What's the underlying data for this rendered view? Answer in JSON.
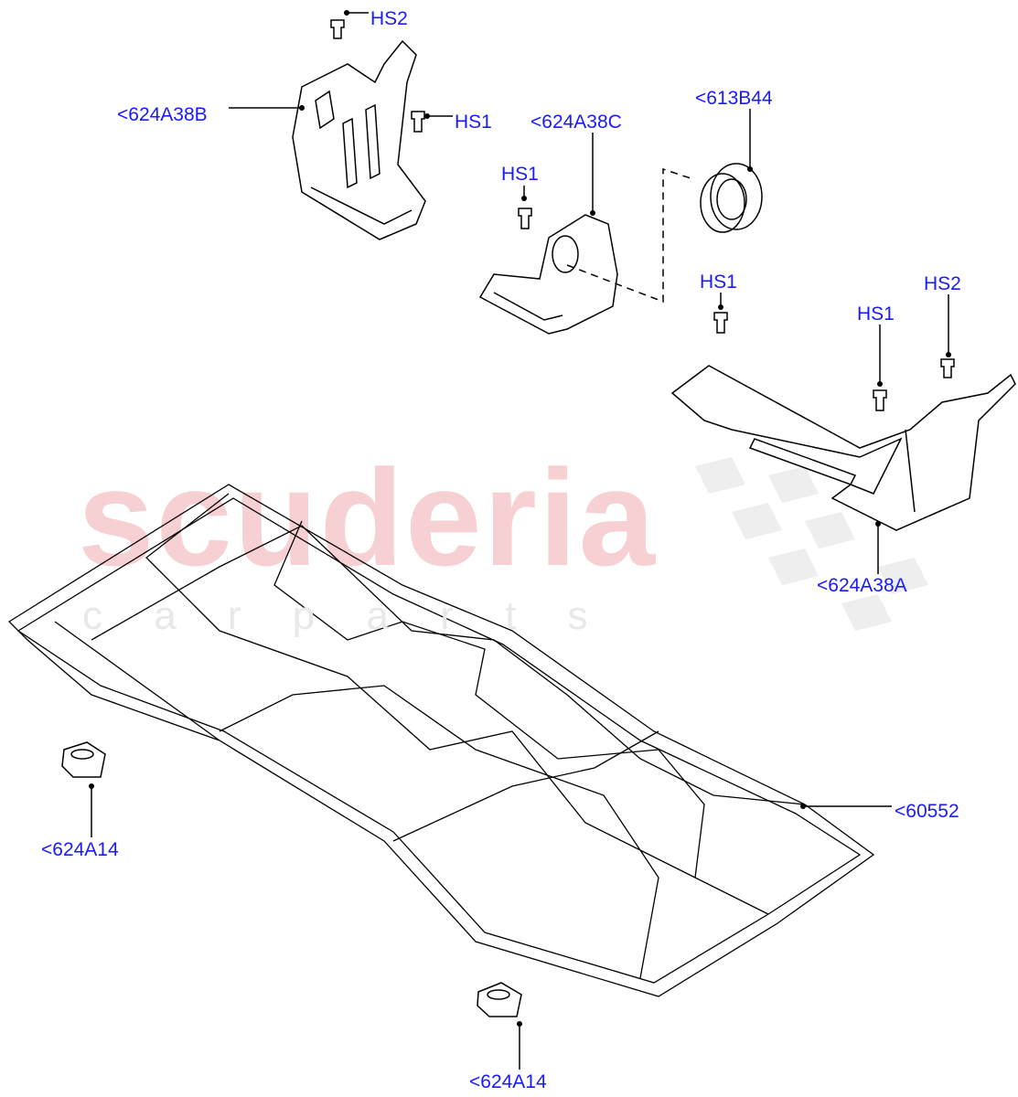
{
  "watermark": {
    "main": "scuderia",
    "sub": "c a r p a r t s"
  },
  "colors": {
    "label": "#1a1aff",
    "line": "#000000",
    "watermark": "#f6d0d2"
  },
  "labels": [
    {
      "id": "hs2-top",
      "text": "HS2"
    },
    {
      "id": "624a38b",
      "text": "<624A38B"
    },
    {
      "id": "hs1-a",
      "text": "HS1"
    },
    {
      "id": "624a38c",
      "text": "<624A38C"
    },
    {
      "id": "613b44",
      "text": "<613B44"
    },
    {
      "id": "hs1-b",
      "text": "HS1"
    },
    {
      "id": "hs1-c",
      "text": "HS1"
    },
    {
      "id": "hs2-right",
      "text": "HS2"
    },
    {
      "id": "hs1-d",
      "text": "HS1"
    },
    {
      "id": "624a38a",
      "text": "<624A38A"
    },
    {
      "id": "60552",
      "text": "<60552"
    },
    {
      "id": "624a14-left",
      "text": "<624A14"
    },
    {
      "id": "624a14-bottom",
      "text": "<624A14"
    }
  ]
}
